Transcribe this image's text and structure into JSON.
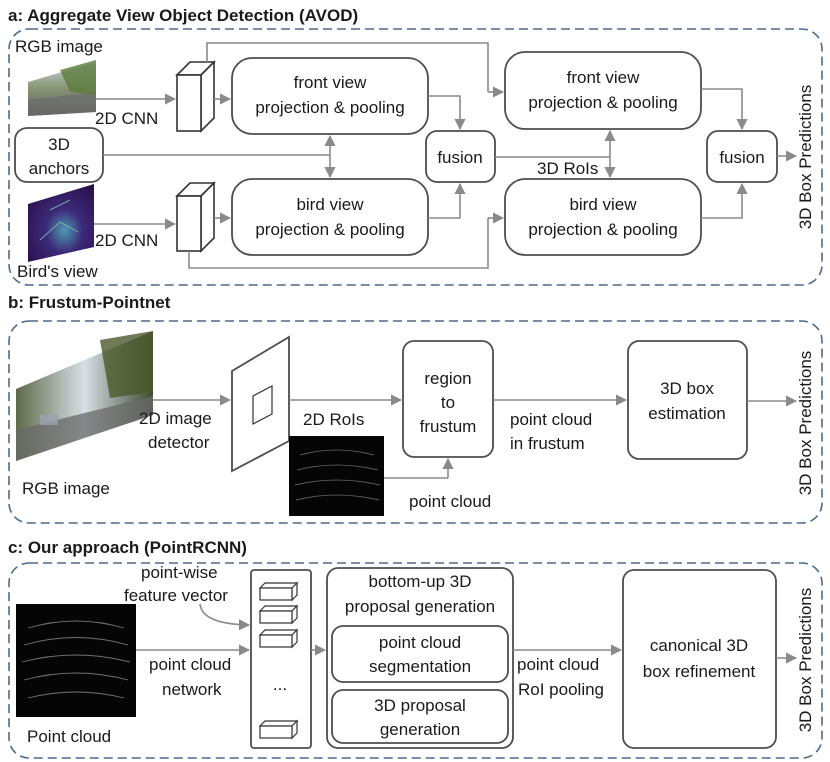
{
  "sections": {
    "a": {
      "title": "a: Aggregate View Object Detection (AVOD)",
      "rgb_image": "RGB image",
      "birds_view": "Bird's view",
      "cnn_top": "2D CNN",
      "cnn_bottom": "2D CNN",
      "anchors_line1": "3D",
      "anchors_line2": "anchors",
      "front1_line1": "front view",
      "front1_line2": "projection & pooling",
      "bird1_line1": "bird view",
      "bird1_line2": "projection & pooling",
      "fusion1": "fusion",
      "rois": "3D RoIs",
      "front2_line1": "front view",
      "front2_line2": "projection & pooling",
      "bird2_line1": "bird view",
      "bird2_line2": "projection & pooling",
      "fusion2": "fusion",
      "predictions": "3D Box Predictions"
    },
    "b": {
      "title": "b: Frustum-Pointnet",
      "rgb_image": "RGB image",
      "detector_line1": "2D image",
      "detector_line2": "detector",
      "rois": "2D RoIs",
      "region_line1": "region",
      "region_line2": "to",
      "region_line3": "frustum",
      "pc_frustum_line1": "point cloud",
      "pc_frustum_line2": "in frustum",
      "point_cloud": "point cloud",
      "estimation_line1": "3D box",
      "estimation_line2": "estimation",
      "predictions": "3D Box Predictions"
    },
    "c": {
      "title": "c: Our approach (PointRCNN)",
      "feature_line1": "point-wise",
      "feature_line2": "feature vector",
      "network_line1": "point cloud",
      "network_line2": "network",
      "point_cloud": "Point cloud",
      "ellipsis": "...",
      "bottomup_line1": "bottom-up 3D",
      "bottomup_line2": "proposal generation",
      "seg_line1": "point cloud",
      "seg_line2": "segmentation",
      "prop_line1": "3D proposal",
      "prop_line2": "generation",
      "roi_line1": "point cloud",
      "roi_line2": "RoI pooling",
      "refine_line1": "canonical 3D",
      "refine_line2": "box refinement",
      "predictions": "3D Box Predictions"
    }
  }
}
